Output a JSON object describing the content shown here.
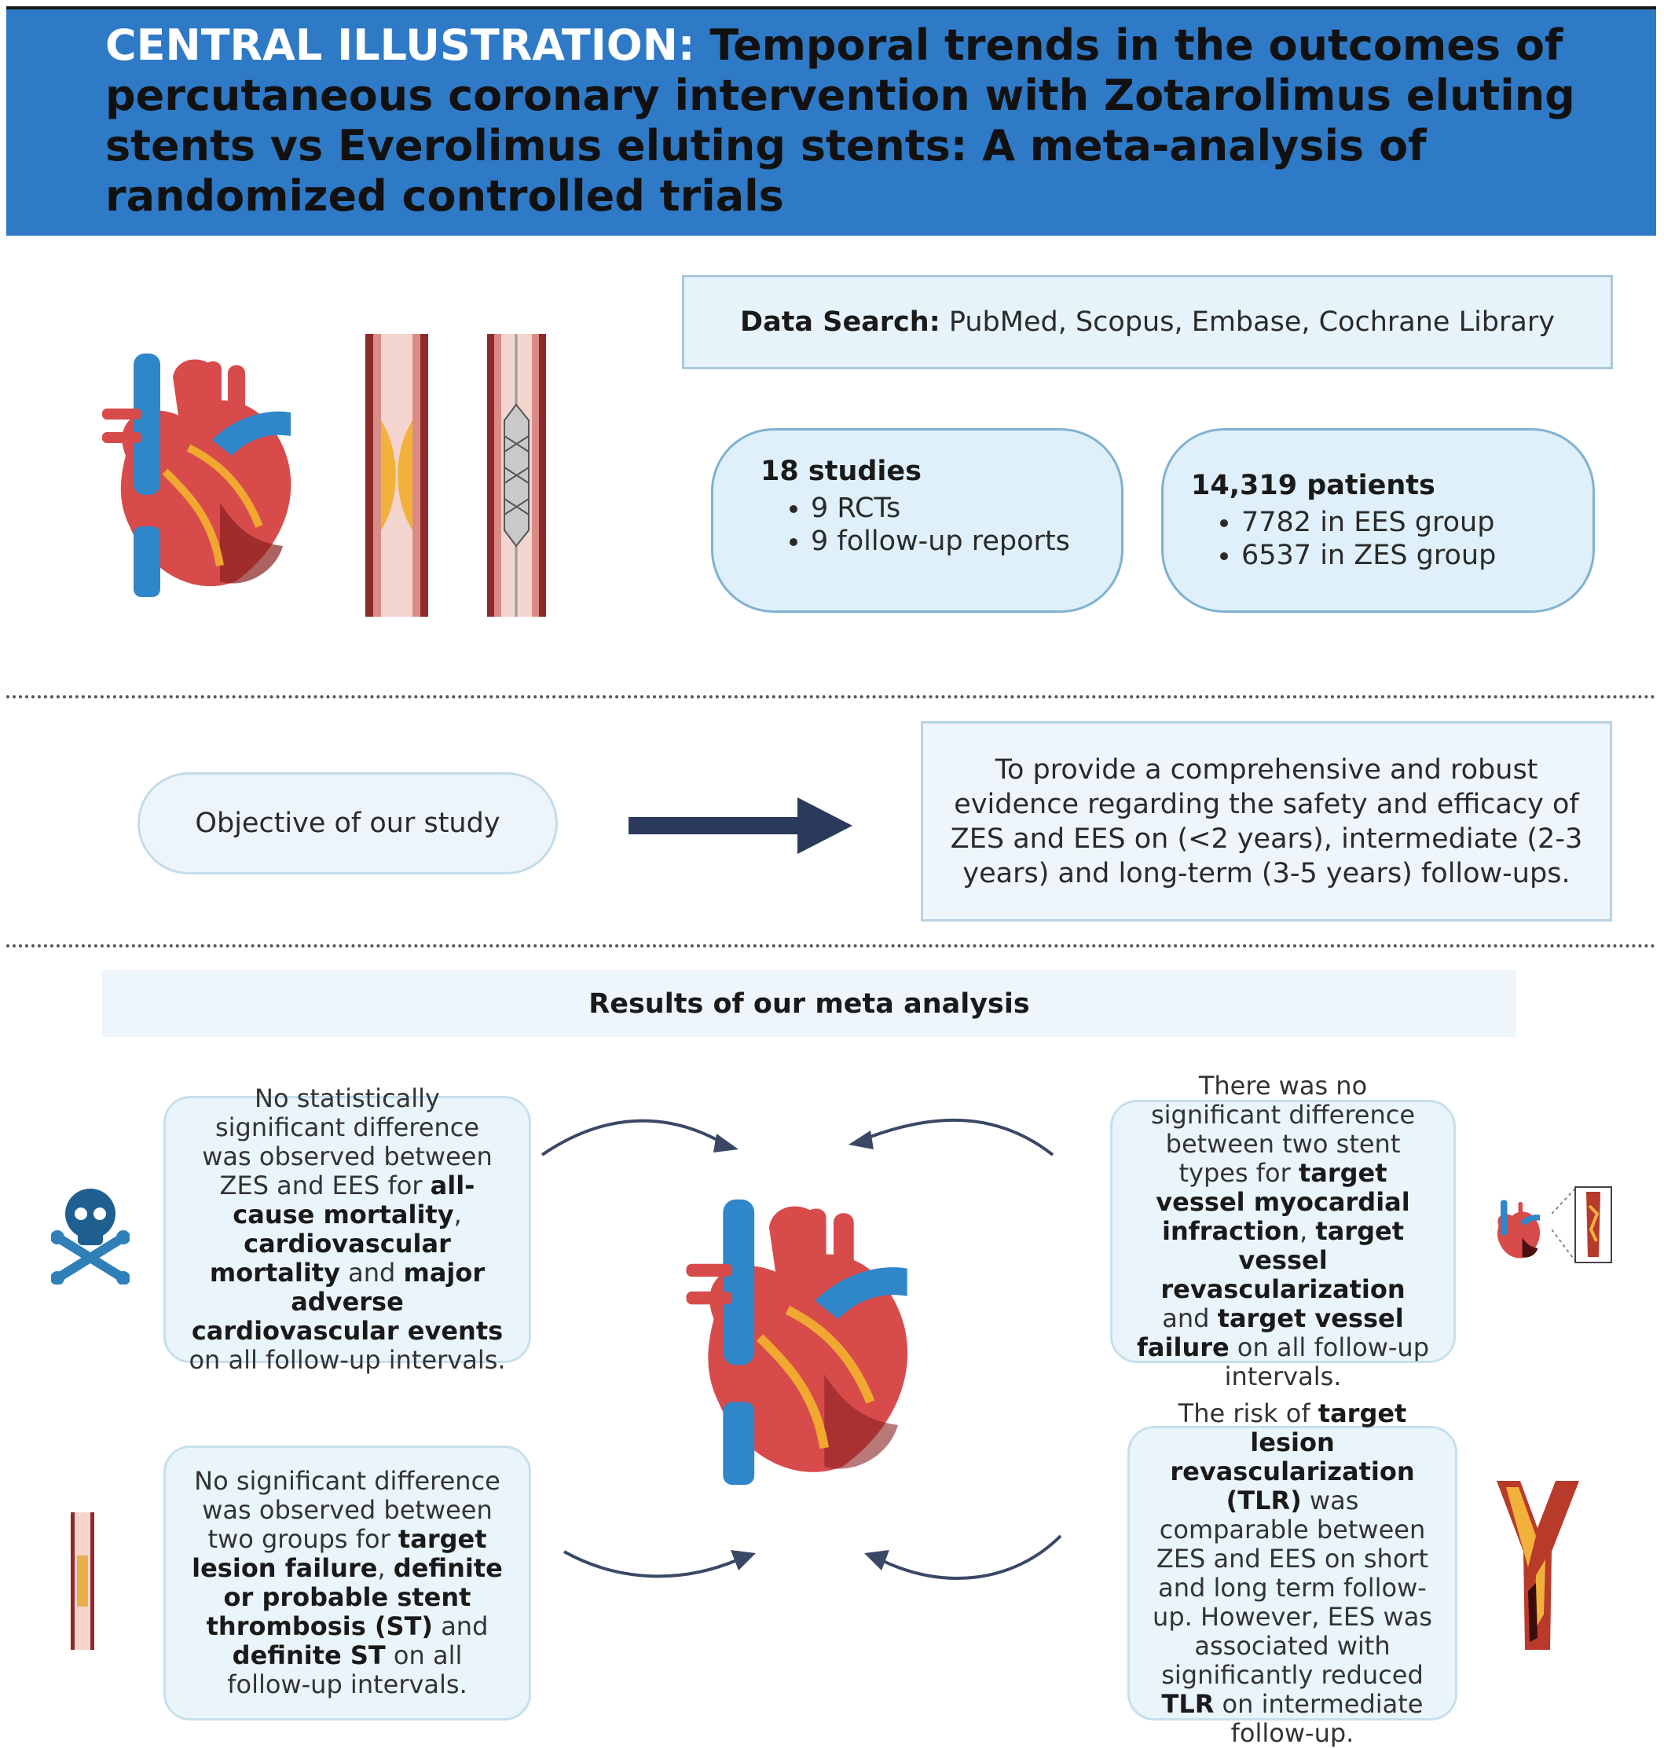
{
  "header": {
    "lead": "CENTRAL ILLUSTRATION:",
    "title": "Temporal trends in the outcomes of percutaneous coronary intervention with Zotarolimus eluting stents vs Everolimus eluting stents: A meta-analysis of randomized controlled trials"
  },
  "data_search": {
    "label": "Data Search:",
    "value": "PubMed, Scopus, Embase, Cochrane Library"
  },
  "studies": {
    "title": "18 studies",
    "items": [
      "9 RCTs",
      "9 follow-up reports"
    ]
  },
  "patients": {
    "title": "14,319 patients",
    "items": [
      "7782 in EES group",
      "6537 in ZES group"
    ]
  },
  "objective": {
    "label": "Objective of our study",
    "text": "To provide a comprehensive and robust evidence regarding the safety and efficacy of ZES and EES on (<2 years), intermediate (2-3 years) and long-term (3-5 years) follow-ups."
  },
  "results": {
    "title": "Results of our meta analysis",
    "top_left": {
      "t1": "No statistically significant difference was observed between ZES and EES for ",
      "b1": "all-cause mortality",
      "t2": ", ",
      "b2": "cardiovascular mortality",
      "t3": " and ",
      "b3": "major adverse cardiovascular events",
      "t4": " on all follow-up intervals."
    },
    "top_right": {
      "t1": "There was no significant difference between two stent types for ",
      "b1": "target vessel myocardial infraction",
      "t2": ", ",
      "b2": "target vessel revascularization",
      "t3": " and ",
      "b3": "target vessel failure",
      "t4": " on all follow-up intervals."
    },
    "bottom_left": {
      "t1": "No significant difference was observed between two groups for ",
      "b1": "target lesion failure",
      "t2": ", ",
      "b2": "definite or probable stent thrombosis (ST)",
      "t3": " and ",
      "b3": "definite ST",
      "t4": " on all follow-up intervals."
    },
    "bottom_right": {
      "t1": "The risk of ",
      "b1": "target lesion revascularization (TLR)",
      "t2": " was comparable between ZES and EES on short and long term follow-up. However, EES was associated with significantly reduced ",
      "b2": "TLR",
      "t3": " on intermediate follow-up."
    }
  },
  "colors": {
    "header_bg": "#2f7ac7",
    "box_bg": "#e6f3fa",
    "arrow": "#2b3a5c",
    "heart_red": "#d84b4b",
    "vessel_blue": "#2f86c8",
    "skull_blue": "#2f7fb8"
  }
}
